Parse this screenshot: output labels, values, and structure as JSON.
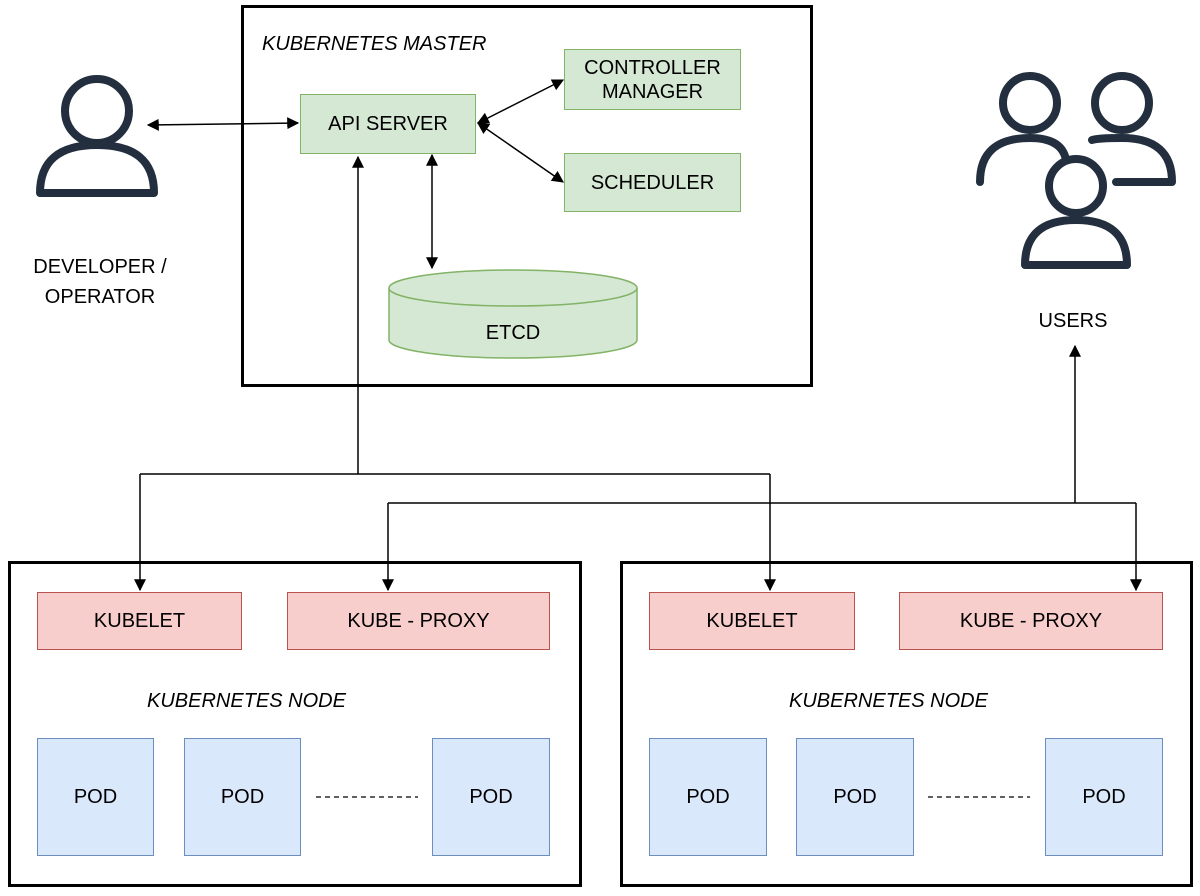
{
  "master": {
    "title": "KUBERNETES MASTER",
    "api_server": "API SERVER",
    "controller_manager_line1": "CONTROLLER",
    "controller_manager_line2": "MANAGER",
    "scheduler": "SCHEDULER",
    "etcd": "ETCD"
  },
  "actors": {
    "developer_line1": "DEVELOPER /",
    "developer_line2": "OPERATOR",
    "users": "USERS"
  },
  "nodes": [
    {
      "title": "KUBERNETES NODE",
      "kubelet": "KUBELET",
      "kube_proxy": "KUBE - PROXY",
      "pods": [
        "POD",
        "POD",
        "POD"
      ]
    },
    {
      "title": "KUBERNETES NODE",
      "kubelet": "KUBELET",
      "kube_proxy": "KUBE - PROXY",
      "pods": [
        "POD",
        "POD",
        "POD"
      ]
    }
  ],
  "colors": {
    "master_component_fill": "#d5e8d4",
    "master_component_border": "#82b366",
    "node_agent_fill": "#f8cecc",
    "node_agent_border": "#b85450",
    "pod_fill": "#dae8fc",
    "pod_border": "#6c8ebf",
    "icon_stroke": "#232f3e"
  },
  "icons": [
    "developer-user-icon",
    "users-group-icon"
  ]
}
